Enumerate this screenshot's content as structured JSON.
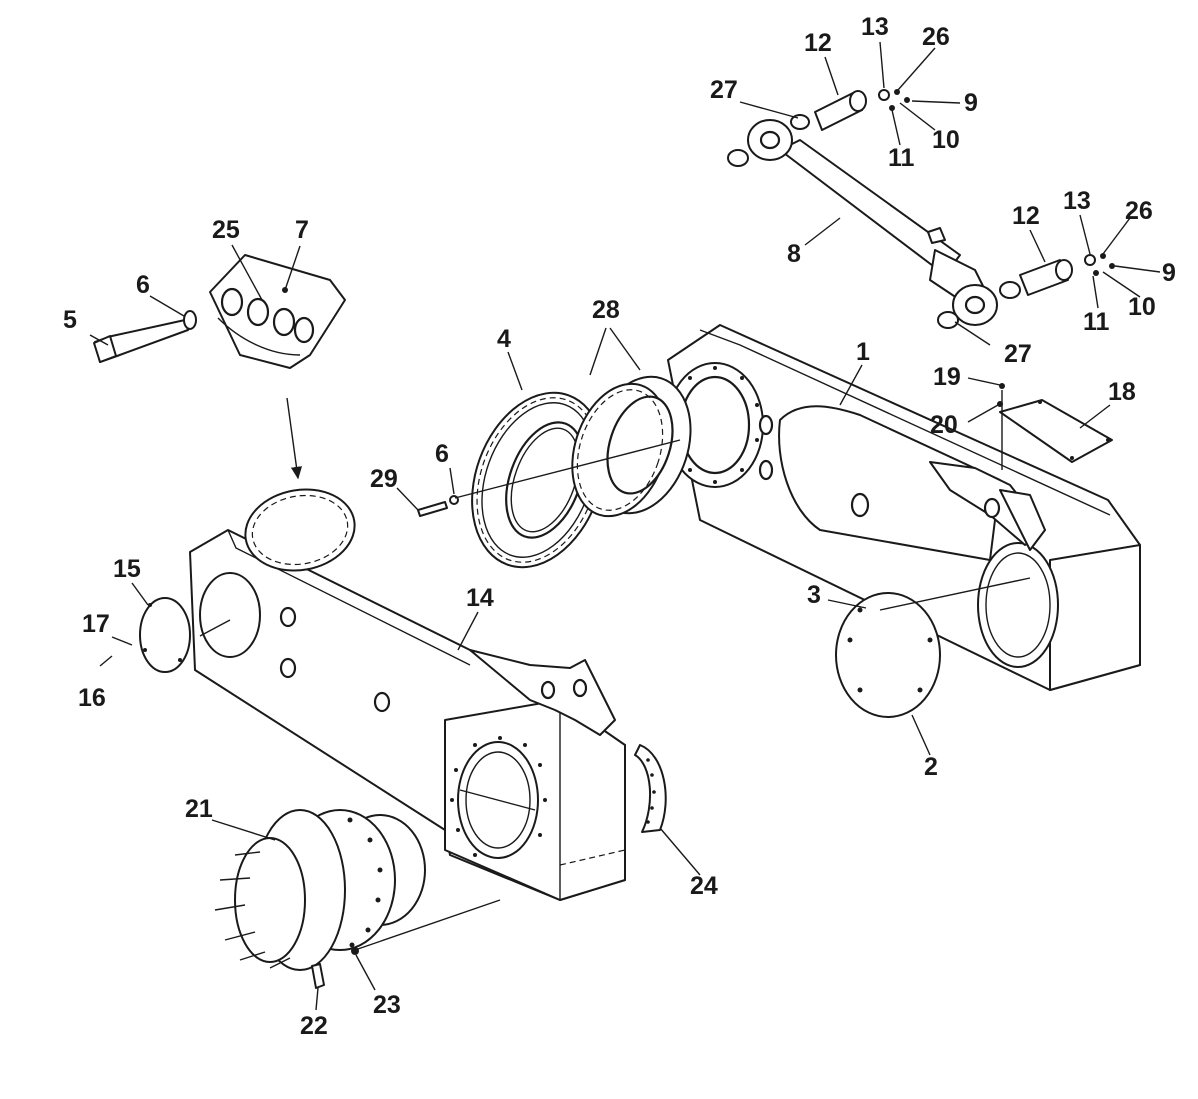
{
  "callouts": [
    "1",
    "2",
    "3",
    "4",
    "5",
    "6",
    "6",
    "7",
    "8",
    "9",
    "9",
    "10",
    "10",
    "11",
    "11",
    "12",
    "12",
    "13",
    "13",
    "14",
    "15",
    "16",
    "17",
    "18",
    "19",
    "20",
    "21",
    "22",
    "23",
    "24",
    "25",
    "26",
    "26",
    "27",
    "27",
    "28",
    "29"
  ]
}
